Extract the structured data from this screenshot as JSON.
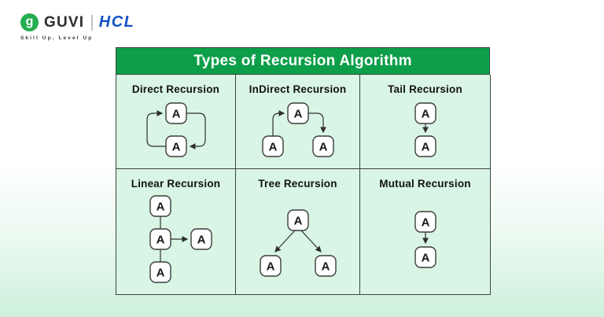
{
  "colors": {
    "header_bg": "#0d9e4a",
    "cell_bg": "#d8f5e5",
    "table_border": "#3c4440",
    "node_fill": "#ffffff",
    "node_stroke": "#3c3c3c",
    "arrow": "#2f2f2f",
    "guvi_green": "#25ad52",
    "hcl_blue": "#1353c8",
    "title_text": "#ffffff",
    "heading_text": "#121212"
  },
  "logo": {
    "brand": "GUVI",
    "partner": "HCL",
    "tagline": "Skill Up. Level Up",
    "icon_letter": "g"
  },
  "table": {
    "title": "Types of Recursion Algorithm",
    "cells": [
      {
        "label": "Direct Recursion",
        "type": "direct",
        "node_label": "A"
      },
      {
        "label": "InDirect Recursion",
        "type": "indirect",
        "node_label": "A"
      },
      {
        "label": "Tail Recursion",
        "type": "tail",
        "node_label": "A"
      },
      {
        "label": "Linear Recursion",
        "type": "linear",
        "node_label": "A"
      },
      {
        "label": "Tree Recursion",
        "type": "tree",
        "node_label": "A"
      },
      {
        "label": "Mutual Recursion",
        "type": "mutual",
        "node_label": "A"
      }
    ]
  }
}
